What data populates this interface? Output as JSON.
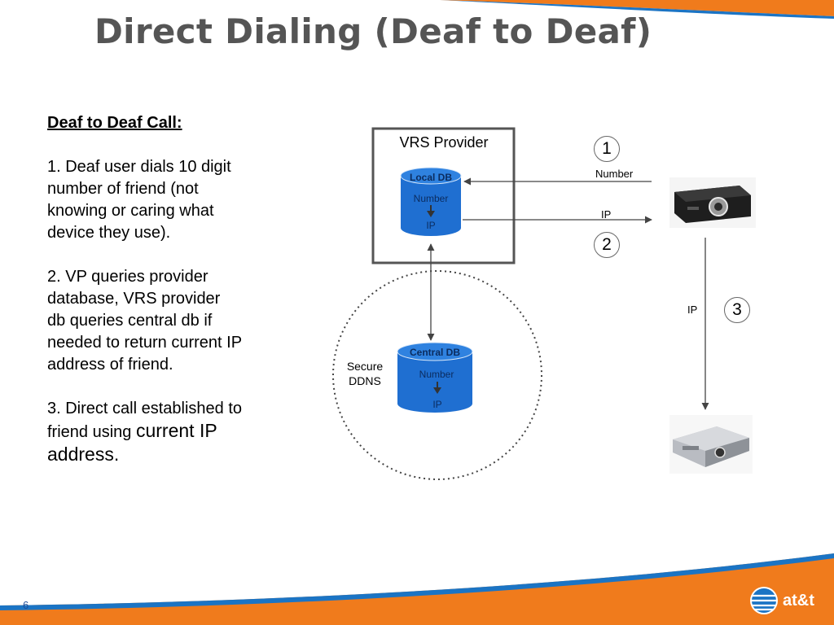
{
  "slide": {
    "title": "Direct Dialing (Deaf to Deaf)",
    "page_number": "6"
  },
  "left_text": {
    "heading": "Deaf to Deaf Call:",
    "step1": "1. Deaf user dials 10 digit number of friend (not knowing or caring what device they use).",
    "step2": "2. VP queries provider database, VRS provider db queries central db if needed to return current IP address of friend.",
    "step3_prefix": "3. Direct call established to friend using ",
    "step3_emphasis": "current IP address."
  },
  "diagram": {
    "provider_box_label": "VRS Provider",
    "local_db": {
      "title": "Local DB",
      "line1": "Number",
      "line2": "IP"
    },
    "central_db": {
      "title": "Central DB",
      "line1": "Number",
      "line2": "IP"
    },
    "secure_label_line1": "Secure",
    "secure_label_line2": "DDNS",
    "arrow_number_label": "Number",
    "arrow_ip_label": "IP",
    "arrow_vertical_ip_label": "IP",
    "steps": [
      "1",
      "2",
      "3"
    ]
  },
  "logo": {
    "text": "at&t"
  },
  "colors": {
    "orange": "#f07b1c",
    "blue": "#1b74c4",
    "db_fill": "#1f6fd1",
    "db_text": "#0b2c5f",
    "title_gray": "#555555"
  }
}
